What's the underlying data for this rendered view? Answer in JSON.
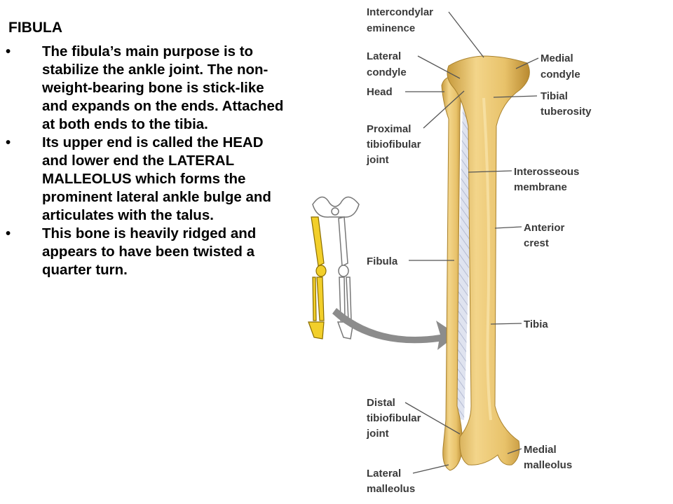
{
  "slide": {
    "title": "FIBULA",
    "bullet_symbol": "•",
    "bullets": [
      "The fibula’s main purpose is to stabilize the ankle joint.  The non-weight-bearing bone is stick-like and expands on the ends.  Attached at both ends to the tibia.",
      "Its upper end is called the HEAD and lower end the LATERAL MALLEOLUS which forms the prominent lateral ankle bulge and articulates with the talus.",
      "This bone is heavily ridged and appears to have been twisted a quarter turn."
    ]
  },
  "diagram": {
    "labels": {
      "intercondylar_eminence": [
        "Intercondylar",
        "eminence"
      ],
      "lateral_condyle": [
        "Lateral",
        "condyle"
      ],
      "head": [
        "Head"
      ],
      "proximal_tibiofibular_joint": [
        "Proximal",
        "tibiofibular",
        "joint"
      ],
      "fibula": [
        "Fibula"
      ],
      "distal_tibiofibular_joint": [
        "Distal",
        "tibiofibular",
        "joint"
      ],
      "lateral_malleolus": [
        "Lateral",
        "malleolus"
      ],
      "medial_condyle": [
        "Medial",
        "condyle"
      ],
      "tibial_tuberosity": [
        "Tibial",
        "tuberosity"
      ],
      "interosseous_membrane": [
        "Interosseous",
        "membrane"
      ],
      "anterior_crest": [
        "Anterior",
        "crest"
      ],
      "tibia": [
        "Tibia"
      ],
      "medial_malleolus": [
        "Medial",
        "malleolus"
      ]
    },
    "colors": {
      "bone": "#e8c26a",
      "bone_shadow": "#c79a3c",
      "membrane": "#b8c0d8",
      "leader": "#555555",
      "highlight_bone": "#f2cf2a",
      "arrow": "#8c8c8c"
    }
  }
}
